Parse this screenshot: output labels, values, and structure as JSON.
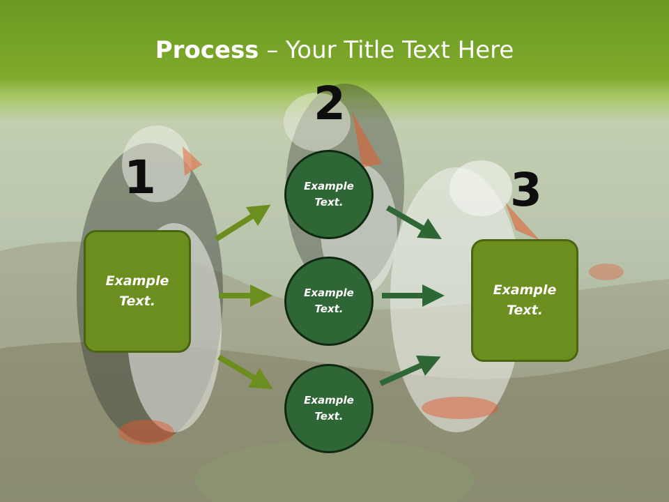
{
  "title": {
    "bold": "Process",
    "rest": " – Your Title Text Here"
  },
  "steps": [
    {
      "number": "1",
      "label": "Example Text."
    },
    {
      "number": "2",
      "label": "Example Text."
    },
    {
      "number": "3",
      "label": "Example Text."
    }
  ],
  "middle": [
    {
      "label": "Example Text."
    },
    {
      "label": "Example Text."
    },
    {
      "label": "Example Text."
    }
  ],
  "colors": {
    "header_green": "#7eaa2a",
    "box_fill": "#6b8e1e",
    "circle_fill": "#2e6636",
    "left_arrow": "#6b8e1e",
    "right_arrow": "#2e6636"
  }
}
